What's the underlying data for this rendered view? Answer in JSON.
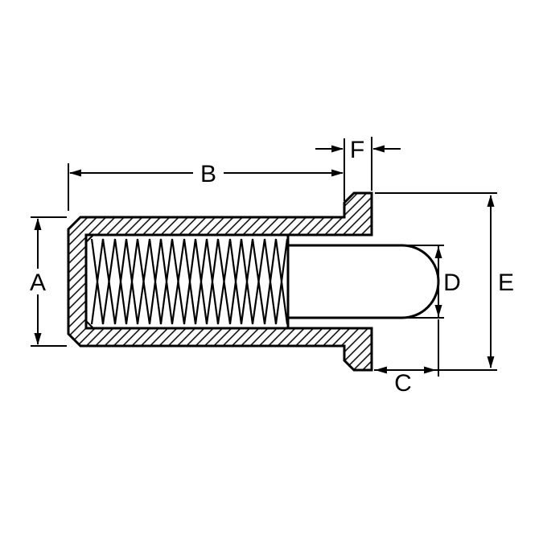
{
  "drawing": {
    "background_color": "#ffffff",
    "line_color": "#000000",
    "dimension_labels": {
      "A": "A",
      "B": "B",
      "C": "C",
      "D": "D",
      "E": "E",
      "F": "F"
    }
  }
}
